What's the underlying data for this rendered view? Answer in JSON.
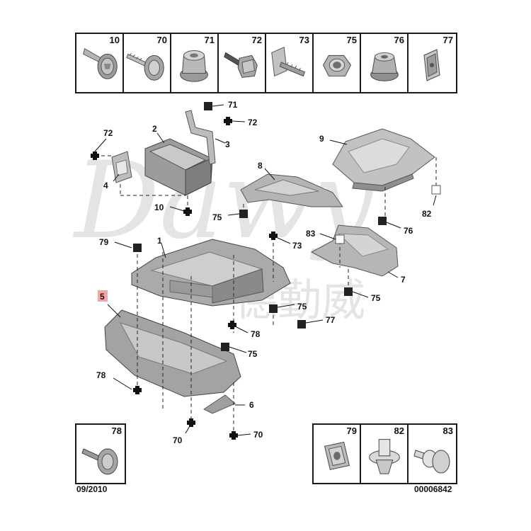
{
  "top_parts": [
    {
      "num": "10",
      "icon": "flange-bolt-icon"
    },
    {
      "num": "70",
      "icon": "self-tapping-screw-icon"
    },
    {
      "num": "71",
      "icon": "flange-nut-icon"
    },
    {
      "num": "72",
      "icon": "hex-bolt-icon"
    },
    {
      "num": "73",
      "icon": "clip-stud-icon"
    },
    {
      "num": "75",
      "icon": "hex-nut-icon"
    },
    {
      "num": "76",
      "icon": "cage-nut-icon"
    },
    {
      "num": "77",
      "icon": "spring-clip-icon"
    }
  ],
  "bottom_left_parts": [
    {
      "num": "78",
      "icon": "washer-screw-icon"
    }
  ],
  "bottom_right_parts": [
    {
      "num": "79",
      "icon": "square-cage-nut-icon"
    },
    {
      "num": "82",
      "icon": "push-rivet-icon"
    },
    {
      "num": "83",
      "icon": "push-pin-icon"
    }
  ],
  "callouts": {
    "c1": "1",
    "c2": "2",
    "c3": "3",
    "c4": "4",
    "c5": "5",
    "c6": "6",
    "c7": "7",
    "c8": "8",
    "c9": "9",
    "c10": "10",
    "c70a": "70",
    "c70b": "70",
    "c71": "71",
    "c72a": "72",
    "c72b": "72",
    "c73": "73",
    "c75a": "75",
    "c75b": "75",
    "c75c": "75",
    "c75d": "75",
    "c76": "76",
    "c77": "77",
    "c78a": "78",
    "c78b": "78",
    "c79": "79",
    "c82": "82",
    "c83": "83"
  },
  "footer": {
    "date": "09/2010",
    "ref": "00006842"
  },
  "watermark": {
    "latin": "Dawy",
    "cjk": "德勤威"
  },
  "colors": {
    "part_fill": "#b7b7b7",
    "part_dark": "#7a7a7a",
    "highlight": "#f4a6a6",
    "ink": "#111111"
  }
}
